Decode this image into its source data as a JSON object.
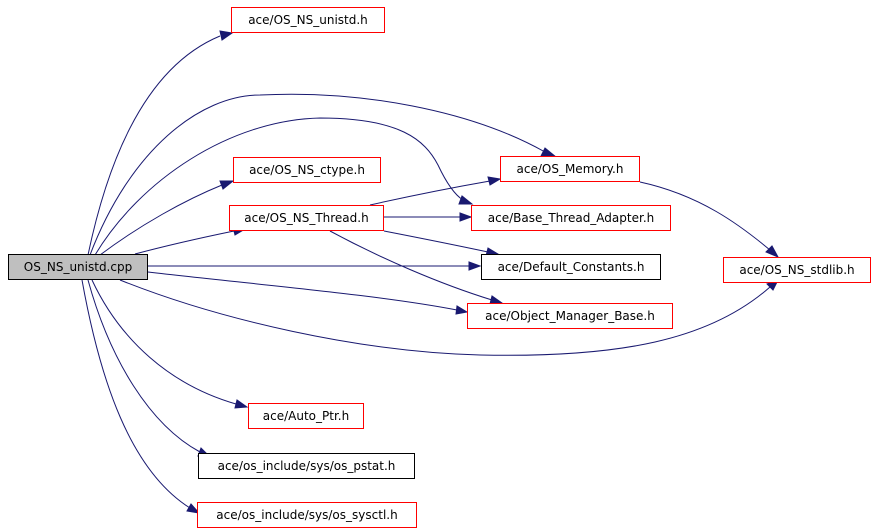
{
  "colors": {
    "edge": "#191970",
    "red_border": "#ff0000",
    "black_border": "#000000",
    "root_fill": "#bfbfbf"
  },
  "nodes": {
    "root": "OS_NS_unistd.cpp",
    "os_ns_unistd_h": "ace/OS_NS_unistd.h",
    "os_ns_ctype_h": "ace/OS_NS_ctype.h",
    "os_ns_thread_h": "ace/OS_NS_Thread.h",
    "os_memory_h": "ace/OS_Memory.h",
    "base_thread_adapter_h": "ace/Base_Thread_Adapter.h",
    "default_constants_h": "ace/Default_Constants.h",
    "object_manager_base_h": "ace/Object_Manager_Base.h",
    "os_ns_stdlib_h": "ace/OS_NS_stdlib.h",
    "auto_ptr_h": "ace/Auto_Ptr.h",
    "os_pstat_h": "ace/os_include/sys/os_pstat.h",
    "os_sysctl_h": "ace/os_include/sys/os_sysctl.h"
  }
}
